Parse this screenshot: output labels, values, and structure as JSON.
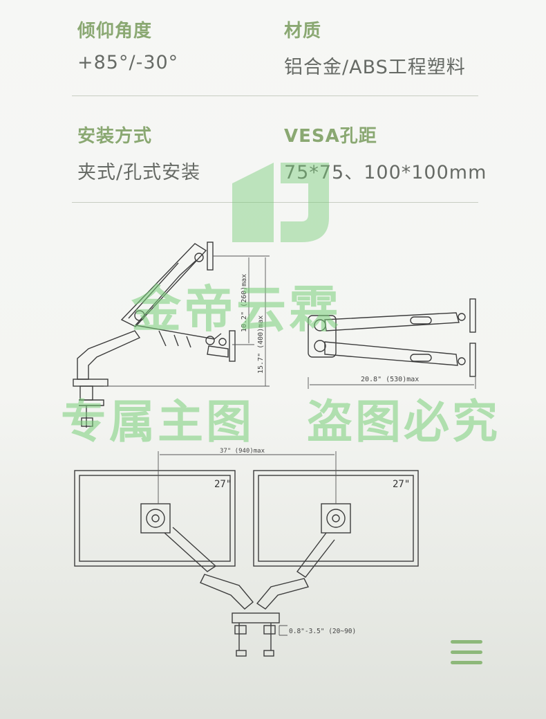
{
  "specs": {
    "tilt": {
      "label": "倾仰角度",
      "value": "+85°/-30°"
    },
    "material": {
      "label": "材质",
      "value": "铝合金/ABS工程塑料"
    },
    "install": {
      "label": "安装方式",
      "value": "夹式/孔式安装"
    },
    "vesa": {
      "label": "VESA孔距",
      "value": "75*75、100*100mm"
    }
  },
  "watermark": {
    "brand": "金帝云霖",
    "left": "专属主图",
    "right": "盗图必究"
  },
  "dims": {
    "height_small": "10.2\" (260)max",
    "height_large": "15.7\" (400)max",
    "reach": "20.8\" (530)max",
    "span": "37\" (940)max",
    "monitor_left": "27\"",
    "monitor_right": "27\"",
    "clamp": "0.8\"-3.5\" (20~90)"
  },
  "icons": {
    "menu": "menu-icon",
    "logo": "brand-logo-icon"
  },
  "colors": {
    "accent": "#8aa872",
    "watermark": "#78cd78"
  }
}
